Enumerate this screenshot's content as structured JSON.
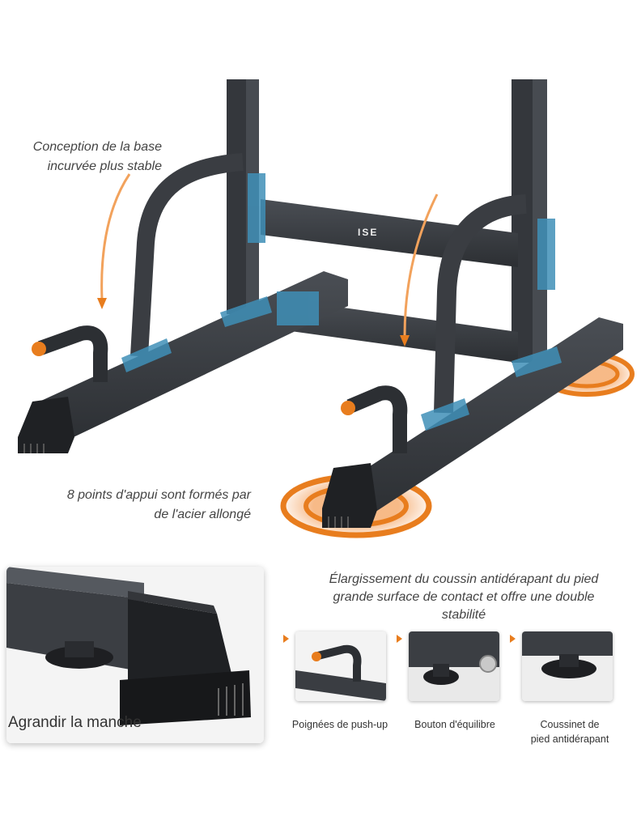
{
  "captions": {
    "base_curve_line1": "Conception de la base",
    "base_curve_line2": "incurvée plus stable",
    "points_line1": "8 points d'appui sont formés par",
    "points_line2": "de l'acier allongé",
    "pad_line1": "Élargissement du coussin antidérapant du pied",
    "pad_line2": "grande surface de contact et offre une double",
    "pad_line3": "stabilité"
  },
  "brand_logo": "ISE",
  "big_card_label": "Agrandir la manche",
  "thumbnails": [
    {
      "label_line1": "Poignées de push-up",
      "label_line2": ""
    },
    {
      "label_line1": "Bouton d'équilibre",
      "label_line2": ""
    },
    {
      "label_line1": "Coussinet de",
      "label_line2": "pied antidérapant"
    }
  ],
  "colors": {
    "accent_orange": "#e87d1e",
    "frame_dark": "#3a3d42",
    "bracket_blue": "#3f8fb7"
  }
}
